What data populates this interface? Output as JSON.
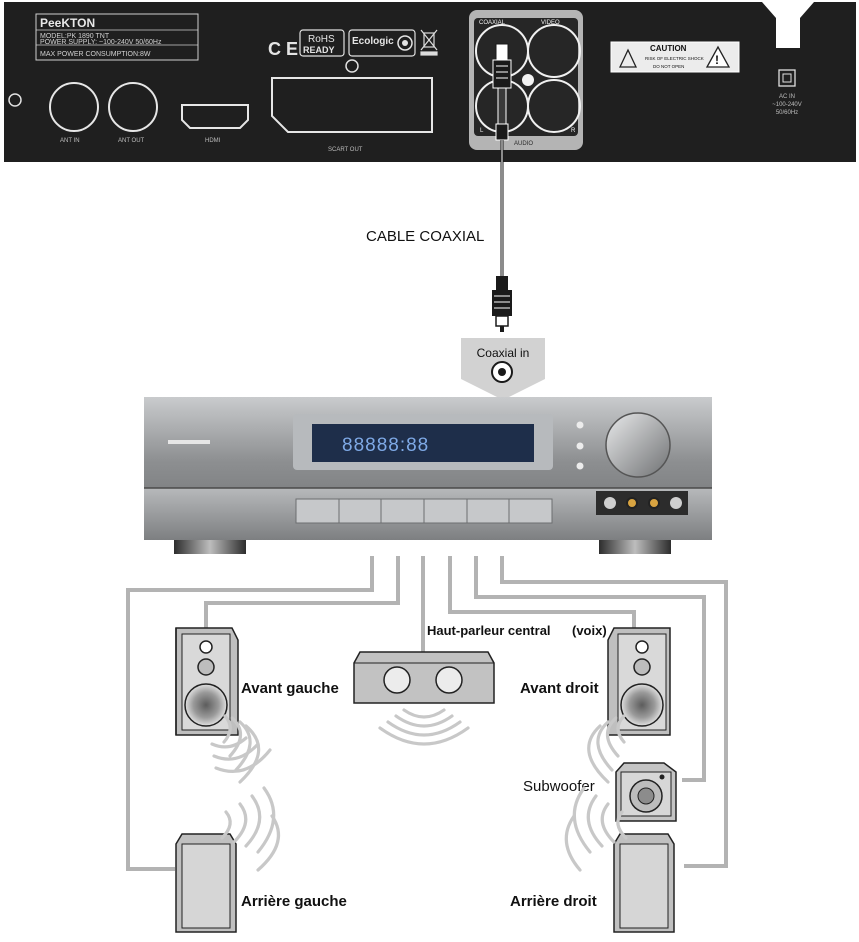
{
  "colors": {
    "panel": "#1f1f1f",
    "panel_text": "#d4d4d4",
    "wire": "#b3b3b3",
    "receiver_body": "#9b9d9f",
    "receiver_dark": "#6e7072",
    "speaker": "#bfbfbf",
    "wave": "#c8c8c8"
  },
  "icons": [
    "rca-plug-icon",
    "coaxial-jack-icon",
    "speaker-icon",
    "sound-wave-icon",
    "caution-triangle-icon",
    "ce-mark-icon",
    "weee-bin-icon"
  ],
  "back_panel": {
    "brand": "PeeKTON",
    "model": "MODEL:PK 1890 TNT",
    "power_supply": "POWER SUPPLY: ~100-240V 50/60Hz",
    "max_power": "MAX POWER CONSUMPTION:8W",
    "ce": "C E",
    "rohs_line1": "RoHS",
    "rohs_line2": "READY",
    "ecologic": "Ecologic",
    "ant_in": "ANT IN",
    "ant_out": "ANT OUT",
    "hdmi": "HDMI",
    "scart_out": "SCART OUT",
    "coaxial": "COAXIAL",
    "video": "VIDEO",
    "audio": "AUDIO",
    "audio_l": "L",
    "audio_r": "R",
    "caution_title": "CAUTION",
    "caution_line1": "RISK OF ELECTRIC SHOCK",
    "caution_line2": "DO NOT OPEN",
    "ac_in_1": "AC IN",
    "ac_in_2": "~100-240V",
    "ac_in_3": "50/60Hz"
  },
  "diagram": {
    "cable_label": "CABLE COAXIAL",
    "coaxial_in_label": "Coaxial in",
    "display_text": "88888:88",
    "speakers": {
      "center": "Haut-parleur central",
      "center_paren": "(voix)",
      "front_left": "Avant gauche",
      "front_right": "Avant droit",
      "subwoofer": "Subwoofer",
      "rear_left": "Arrière gauche",
      "rear_right": "Arrière droit"
    }
  }
}
